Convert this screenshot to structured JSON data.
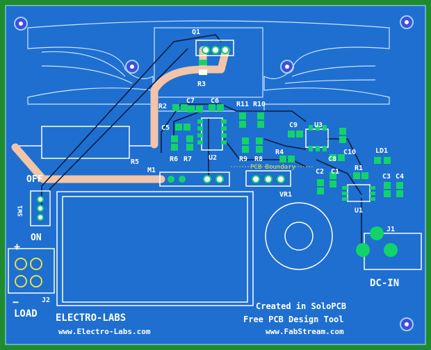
{
  "colors": {
    "board_border": "#1e8c2e",
    "board": "#1e6fd0",
    "silk": "#ffffff",
    "pad": "#12d36a",
    "trace_power": "#f2c4a8",
    "trace_signal": "#0a1a3c",
    "via": "#2a2ad0"
  },
  "components": {
    "q1": "Q1",
    "r3": "R3",
    "r2": "R2",
    "r5": "R5",
    "r6": "R6",
    "r7": "R7",
    "r8": "R8",
    "r9": "R9",
    "r10": "R10",
    "r11": "R11",
    "r4": "R4",
    "r1": "R1",
    "c5": "C5",
    "c6": "C6",
    "c7": "C7",
    "c9": "C9",
    "c10": "C10",
    "c8": "C8",
    "c2": "C2",
    "c1": "C1",
    "c3": "C3",
    "c4": "C4",
    "u1": "U1",
    "u2": "U2",
    "u3": "U3",
    "m1": "M1",
    "vr1": "VR1",
    "ld1": "LD1",
    "sw1": "SW1",
    "j1": "J1",
    "j2": "J2"
  },
  "labels": {
    "off": "OFF",
    "on": "ON",
    "plus": "+",
    "minus": "−",
    "load": "LOAD",
    "dc_in": "DC-IN",
    "outline_boundary": "PCB Boundary",
    "brand": "ELECTRO-LABS",
    "brand_url": "www.Electro-Labs.com",
    "created_line": "Created in SoloPCB",
    "tool_line": "Free PCB Design Tool",
    "fab_url": "www.FabStream.com"
  }
}
